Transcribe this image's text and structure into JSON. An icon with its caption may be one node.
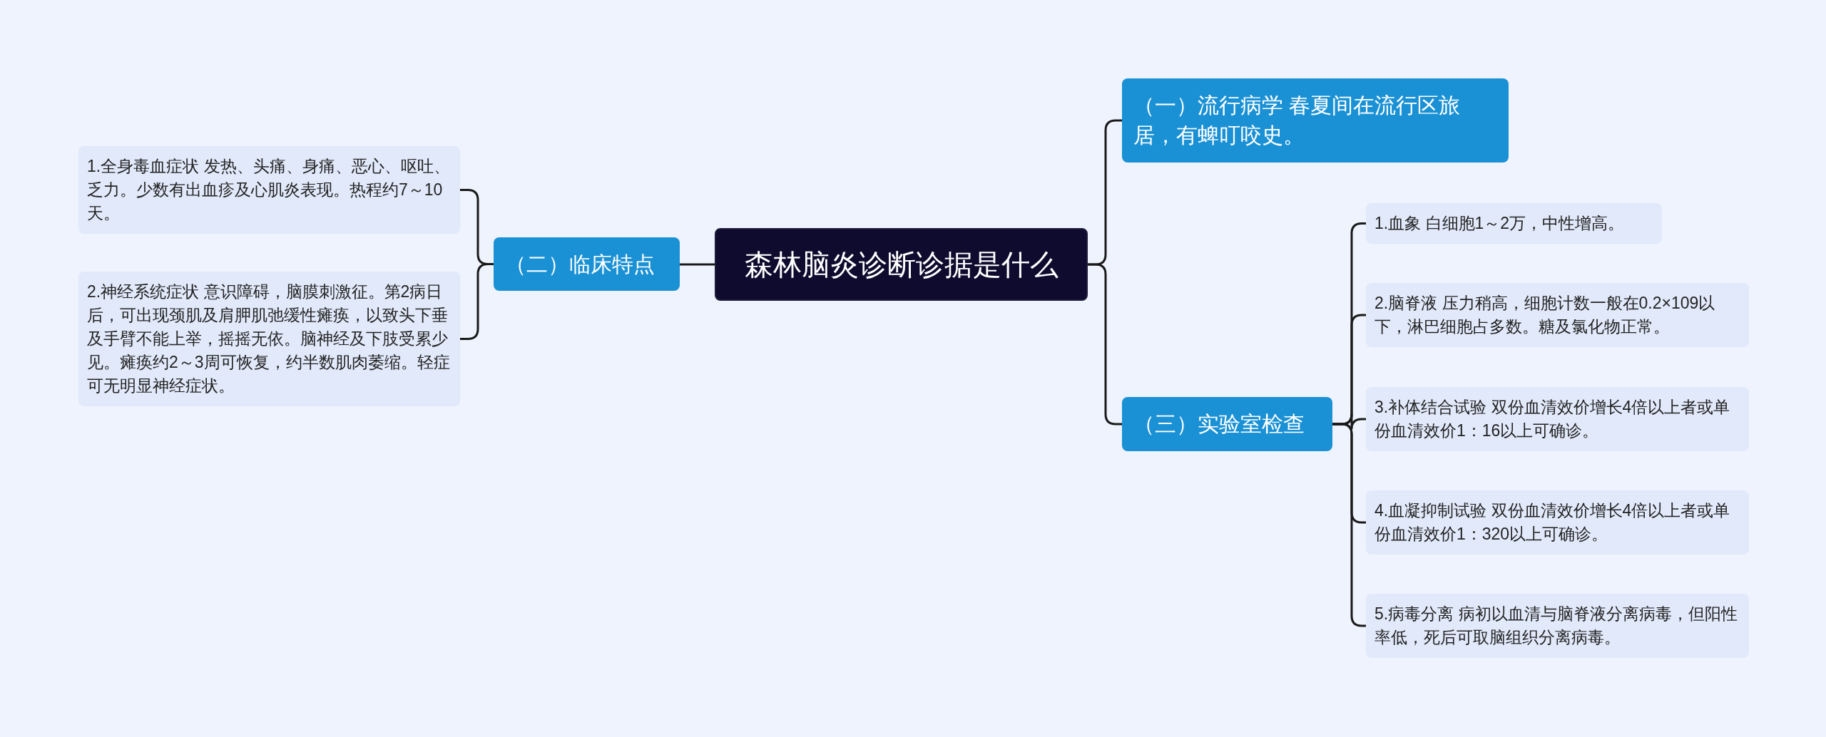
{
  "diagram": {
    "nodes": [
      {
        "text": [
          "森林脑炎诊断诊据是什么"
        ]
      },
      {
        "text": [
          "（一）流行病学 春夏间在流行区旅居，有蜱叮咬史。"
        ]
      },
      {
        "text": [
          "（二）临床特点"
        ]
      },
      {
        "text": [
          "1.全身毒血症状 发热、头痛、身痛、恶心、呕吐、乏力。少数有出血疹及心肌炎表现。热程约7～10天。"
        ]
      },
      {
        "text": [
          "2.神经系统症状 意识障碍，脑膜刺激征。第2病日后，可出现颈肌及肩胛肌弛缓性瘫痪，以致头下垂及手臂不能上举，摇摇无依。脑神经及下肢受累少见。瘫痪约2～3周可恢复，约半数肌肉萎缩。轻症可无明显神经症状。"
        ]
      },
      {
        "text": [
          "（三）实验室检查"
        ]
      },
      {
        "text": [
          "1.血象 白细胞1～2万，中性增高。"
        ]
      },
      {
        "text": [
          "2.脑脊液 压力稍高，细胞计数一般在0.2×109以下，淋巴细胞占多数。糖及氯化物正常。"
        ]
      },
      {
        "text": [
          "3.补体结合试验 双份血清效价增长4倍以上者或单份血清效价1：16以上可确诊。"
        ]
      },
      {
        "text": [
          "4.血凝抑制试验 双份血清效价增长4倍以上者或单份血清效价1：320以上可确诊。"
        ]
      },
      {
        "text": [
          "5.病毒分离 病初以血清与脑脊液分离病毒，但阳性率低，死后可取脑组织分离病毒。"
        ]
      }
    ],
    "edges": [
      {
        "from": 0,
        "to": 1,
        "arrow": "none"
      },
      {
        "from": 0,
        "to": 2,
        "arrow": "none"
      },
      {
        "from": 2,
        "to": 3,
        "arrow": "none"
      },
      {
        "from": 2,
        "to": 4,
        "arrow": "none"
      },
      {
        "from": 0,
        "to": 5,
        "arrow": "none"
      },
      {
        "from": 5,
        "to": 6,
        "arrow": "none"
      },
      {
        "from": 5,
        "to": 7,
        "arrow": "none"
      },
      {
        "from": 5,
        "to": 8,
        "arrow": "none"
      },
      {
        "from": 5,
        "to": 9,
        "arrow": "none"
      },
      {
        "from": 5,
        "to": 10,
        "arrow": "none"
      }
    ]
  }
}
